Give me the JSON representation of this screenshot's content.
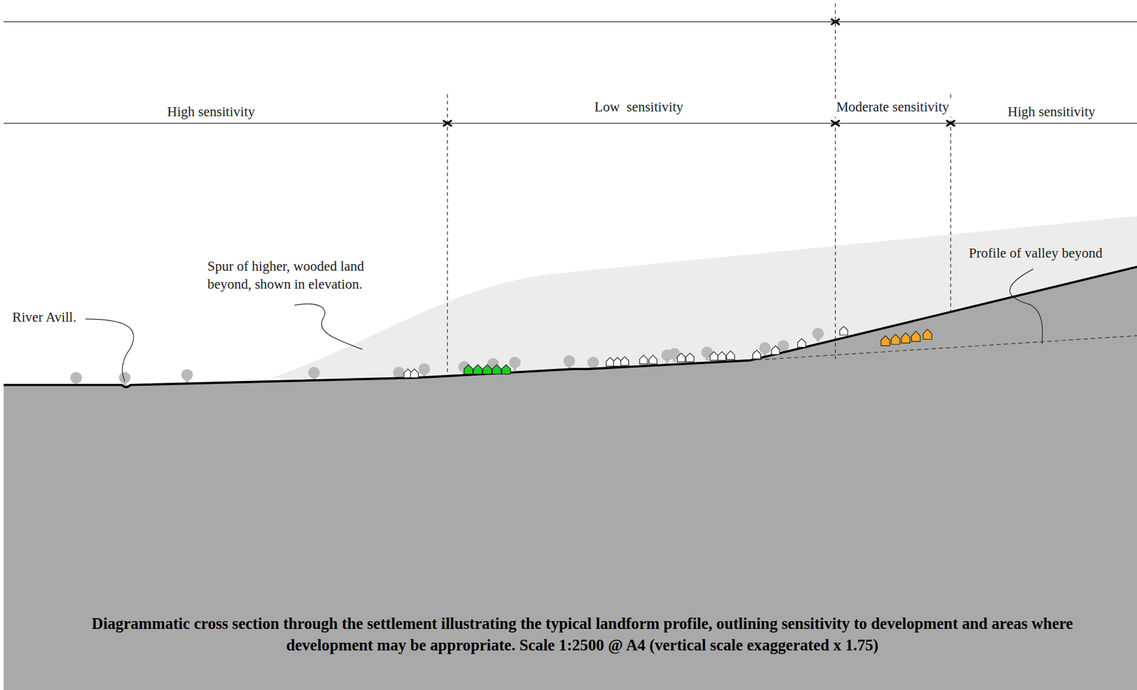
{
  "diagram": {
    "caption": "Diagrammatic cross section through the settlement illustrating the typical landform profile, outlining sensitivity to development and areas where development may be appropriate. Scale 1:2500 @ A4 (vertical scale exaggerated x 1.75)",
    "labels": [
      "High sensitivity",
      "Low  sensitivity",
      "Moderate sensitivity",
      "High sensitivity",
      "Spur of higher, wooded land beyond, shown in elevation.",
      "River Avill.",
      "Profile of valley beyond"
    ]
  }
}
